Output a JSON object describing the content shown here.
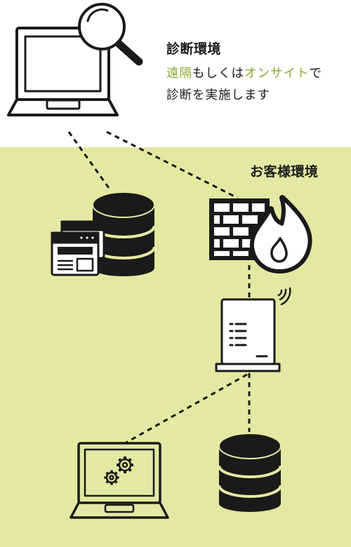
{
  "remote": {
    "title": "診断環境",
    "desc_parts": [
      {
        "text": "遠隔",
        "highlight": true
      },
      {
        "text": "もしくは",
        "highlight": false
      },
      {
        "text": "オンサイト",
        "highlight": true
      },
      {
        "text": "で診断を実施します",
        "highlight": false
      }
    ]
  },
  "customer": {
    "label": "お客様環境"
  },
  "colors": {
    "zone_bg": "#e5e8a2",
    "accent": "#8aaa34",
    "ink": "#1a1a1a"
  }
}
